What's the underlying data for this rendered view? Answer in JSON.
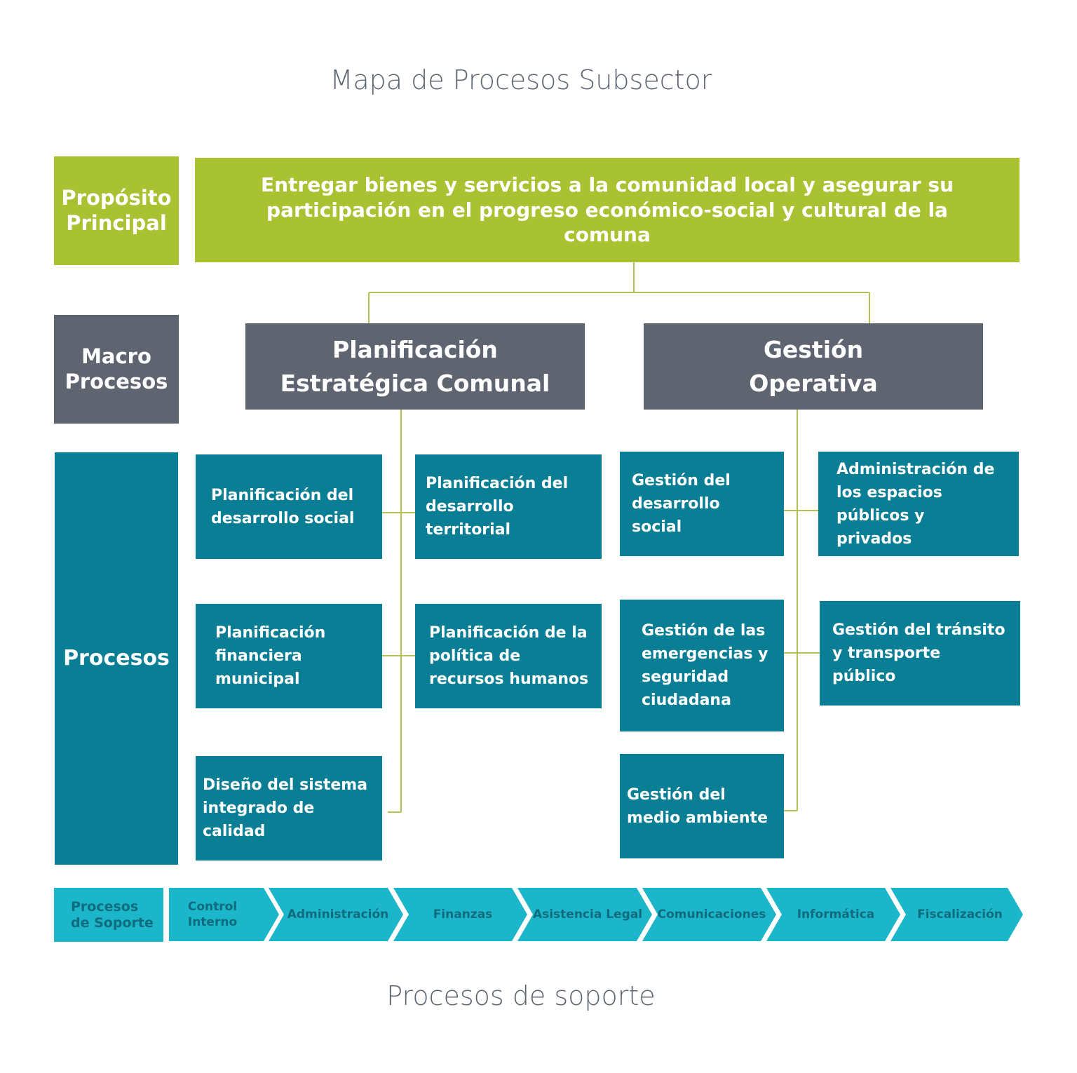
{
  "title": "Mapa de Procesos Subsector",
  "footer": "Procesos de soporte",
  "colors": {
    "green": "#a8c232",
    "slate": "#5e6470",
    "teal": "#0a7e95",
    "cyan": "#1bb6c9",
    "connector": "#b5c154"
  },
  "rows": {
    "purpose": "Propósito\nPrincipal",
    "macro": "Macro\nProcesos",
    "processes": "Procesos",
    "support": "Procesos\nde Soporte"
  },
  "purpose_text": "Entregar bienes y servicios a la comunidad local y asegurar su participación en el progreso económico-social y cultural de la comuna",
  "macro_processes": [
    {
      "name": "Planificación\nEstratégica Comunal",
      "processes": [
        "Planificación del desarrollo social",
        "Planificación del desarrollo territorial",
        "Planificación financiera municipal",
        "Planificación de la política de recursos humanos",
        "Diseño del sistema integrado de calidad"
      ]
    },
    {
      "name": "Gestión\nOperativa",
      "processes": [
        "Gestión del desarrollo social",
        "Administración de los espacios públicos y privados",
        "Gestión de las emergencias y seguridad ciudadana",
        "Gestión del tránsito y transporte público",
        "Gestión del medio ambiente"
      ]
    }
  ],
  "support_processes": [
    "Control\nInterno",
    "Administración",
    "Finanzas",
    "Asistencia Legal",
    "Comunicaciones",
    "Informática",
    "Fiscalización"
  ]
}
